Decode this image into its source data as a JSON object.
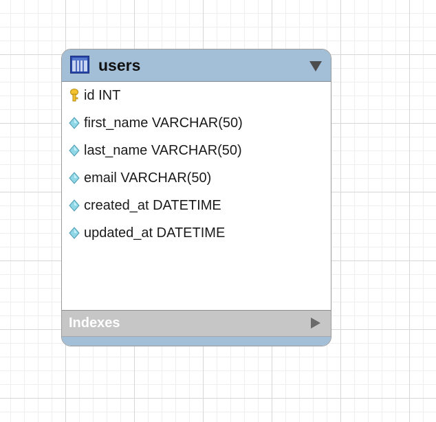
{
  "table": {
    "name": "users",
    "columns": [
      {
        "name": "id",
        "type": "INT",
        "label": "id INT",
        "key": "primary",
        "icon": "primary-key-icon"
      },
      {
        "name": "first_name",
        "type": "VARCHAR(50)",
        "label": "first_name VARCHAR(50)",
        "key": "none",
        "icon": "column-diamond-icon"
      },
      {
        "name": "last_name",
        "type": "VARCHAR(50)",
        "label": "last_name VARCHAR(50)",
        "key": "none",
        "icon": "column-diamond-icon"
      },
      {
        "name": "email",
        "type": "VARCHAR(50)",
        "label": "email VARCHAR(50)",
        "key": "none",
        "icon": "column-diamond-icon"
      },
      {
        "name": "created_at",
        "type": "DATETIME",
        "label": "created_at DATETIME",
        "key": "none",
        "icon": "column-diamond-icon"
      },
      {
        "name": "updated_at",
        "type": "DATETIME",
        "label": "updated_at DATETIME",
        "key": "none",
        "icon": "column-diamond-icon"
      }
    ],
    "indexes_label": "Indexes",
    "header_icon": "table-icon",
    "collapse_icon": "triangle-down-icon",
    "indexes_expand_icon": "triangle-right-icon"
  },
  "colors": {
    "header": "#a3bfd8",
    "indexes_bar": "#c6c6c6",
    "key_icon": "#f2c230",
    "column_icon": "#7fd0e0"
  }
}
